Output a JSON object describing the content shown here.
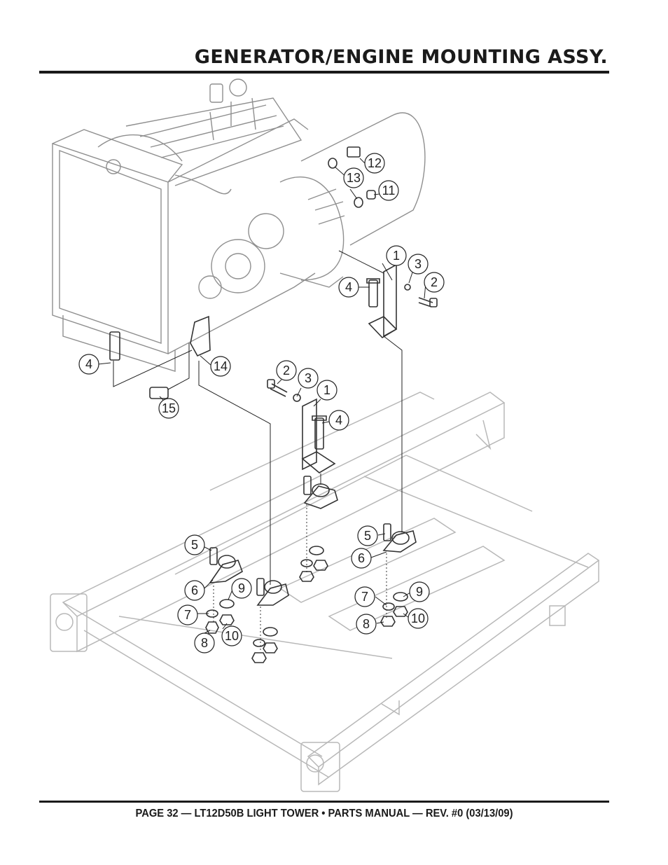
{
  "header": {
    "title": "GENERATOR/ENGINE MOUNTING ASSY."
  },
  "footer": {
    "text": "PAGE 32 — LT12D50B LIGHT TOWER • PARTS MANUAL — REV. #0 (03/13/09)"
  },
  "diagram": {
    "callouts": [
      {
        "label": "12"
      },
      {
        "label": "13"
      },
      {
        "label": "11"
      },
      {
        "label": "1"
      },
      {
        "label": "3"
      },
      {
        "label": "2"
      },
      {
        "label": "4"
      },
      {
        "label": "4"
      },
      {
        "label": "14"
      },
      {
        "label": "15"
      },
      {
        "label": "2"
      },
      {
        "label": "3"
      },
      {
        "label": "1"
      },
      {
        "label": "4"
      },
      {
        "label": "5"
      },
      {
        "label": "6"
      },
      {
        "label": "9"
      },
      {
        "label": "7"
      },
      {
        "label": "10"
      },
      {
        "label": "8"
      },
      {
        "label": "5"
      },
      {
        "label": "6"
      },
      {
        "label": "7"
      },
      {
        "label": "9"
      },
      {
        "label": "8"
      },
      {
        "label": "10"
      }
    ]
  }
}
